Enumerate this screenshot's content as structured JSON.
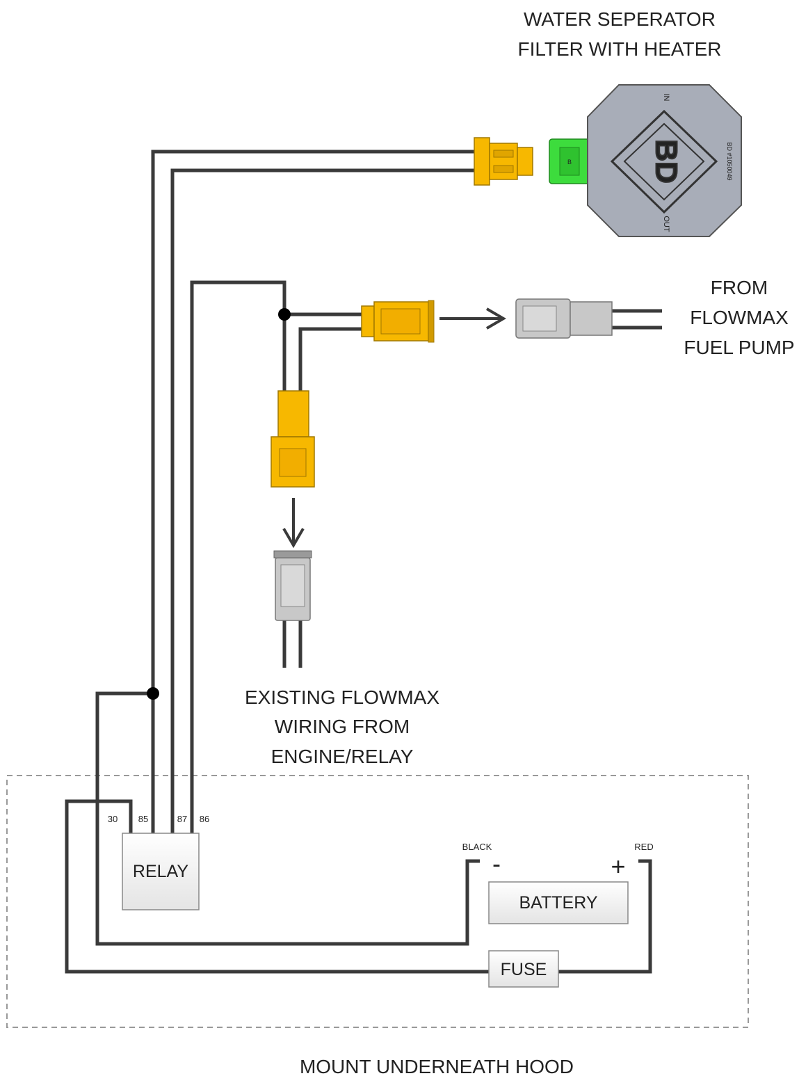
{
  "labels": {
    "filter_line1": "WATER SEPERATOR",
    "filter_line2": "FILTER WITH HEATER",
    "pump_line1": "FROM",
    "pump_line2": "FLOWMAX",
    "pump_line3": "FUEL PUMP",
    "existing_line1": "EXISTING FLOWMAX",
    "existing_line2": "WIRING FROM",
    "existing_line3": "ENGINE/RELAY",
    "mount": "MOUNT UNDERNEATH HOOD"
  },
  "relay": {
    "label": "RELAY",
    "pins": [
      "30",
      "85",
      "87",
      "86"
    ]
  },
  "battery": {
    "label": "BATTERY",
    "neg_label": "BLACK",
    "pos_label": "RED",
    "neg_sign": "-",
    "pos_sign": "+"
  },
  "fuse": {
    "label": "FUSE"
  },
  "filter": {
    "logo": "BD",
    "in_mark": "IN",
    "out_mark": "OUT",
    "part_no": "BD #1050049",
    "connector_mark": "B"
  },
  "colors": {
    "wire": "#3a3a3a",
    "connector_yellow": "#f7b800",
    "connector_grey": "#c8c8c8",
    "connector_green": "#3ddc3d",
    "filter_body": "#a8adb8",
    "dashed_border": "#999999"
  }
}
